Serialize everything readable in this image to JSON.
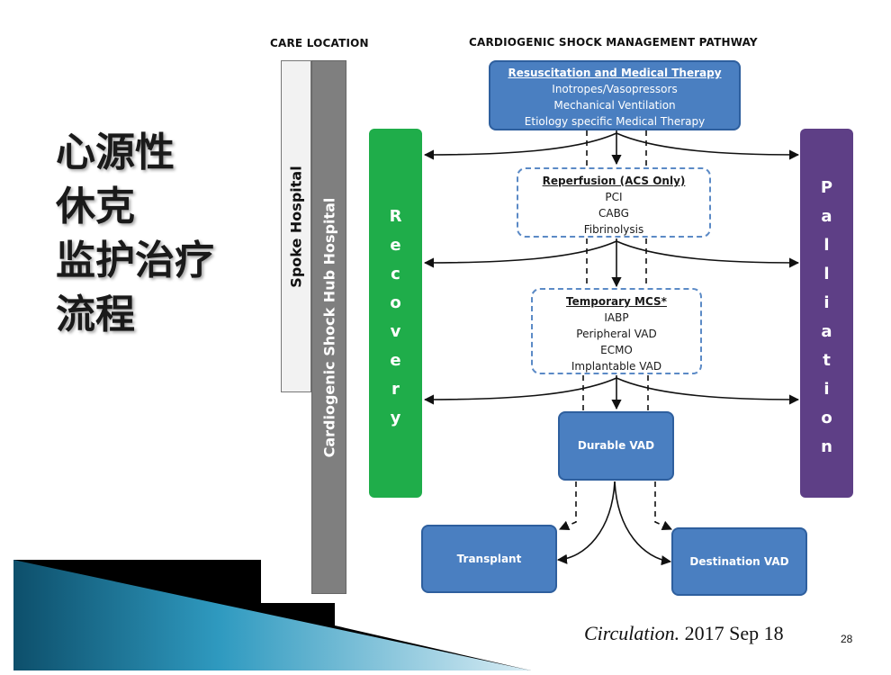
{
  "slide": {
    "title_lines": [
      "心源性",
      "休克",
      "监护治疗",
      "流程"
    ],
    "citation_journal": "Circulation.",
    "citation_date": "2017 Sep 18",
    "page_number": "28"
  },
  "headers": {
    "care_location": "CARE LOCATION",
    "pathway": "CARDIOGENIC SHOCK MANAGEMENT PATHWAY"
  },
  "locations": {
    "spoke": "Spoke Hospital",
    "hub": "Cardiogenic Shock Hub Hospital"
  },
  "sides": {
    "recovery": [
      "R",
      "e",
      "c",
      "o",
      "v",
      "e",
      "r",
      "y"
    ],
    "palliation": [
      "P",
      "a",
      "l",
      "l",
      "i",
      "a",
      "t",
      "i",
      "o",
      "n"
    ]
  },
  "boxes": {
    "resuscitation": {
      "title": "Resuscitation and Medical Therapy",
      "lines": [
        "Inotropes/Vasopressors",
        "Mechanical Ventilation",
        "Etiology specific Medical Therapy"
      ]
    },
    "reperfusion": {
      "title": "Reperfusion  (ACS Only)",
      "lines": [
        "PCI",
        "CABG",
        "Fibrinolysis"
      ]
    },
    "mcs": {
      "title": "Temporary MCS*",
      "lines": [
        "IABP",
        "Peripheral VAD",
        "ECMO",
        "Implantable VAD"
      ]
    },
    "durable_vad": "Durable VAD",
    "transplant": "Transplant",
    "destination_vad": "Destination  VAD"
  },
  "colors": {
    "box_blue": "#4a7fc1",
    "recovery_green": "#1fad4a",
    "palliation_purple": "#5e3f86",
    "spoke_bar": "#f2f2f2",
    "hub_bar": "#7f7f7f"
  }
}
